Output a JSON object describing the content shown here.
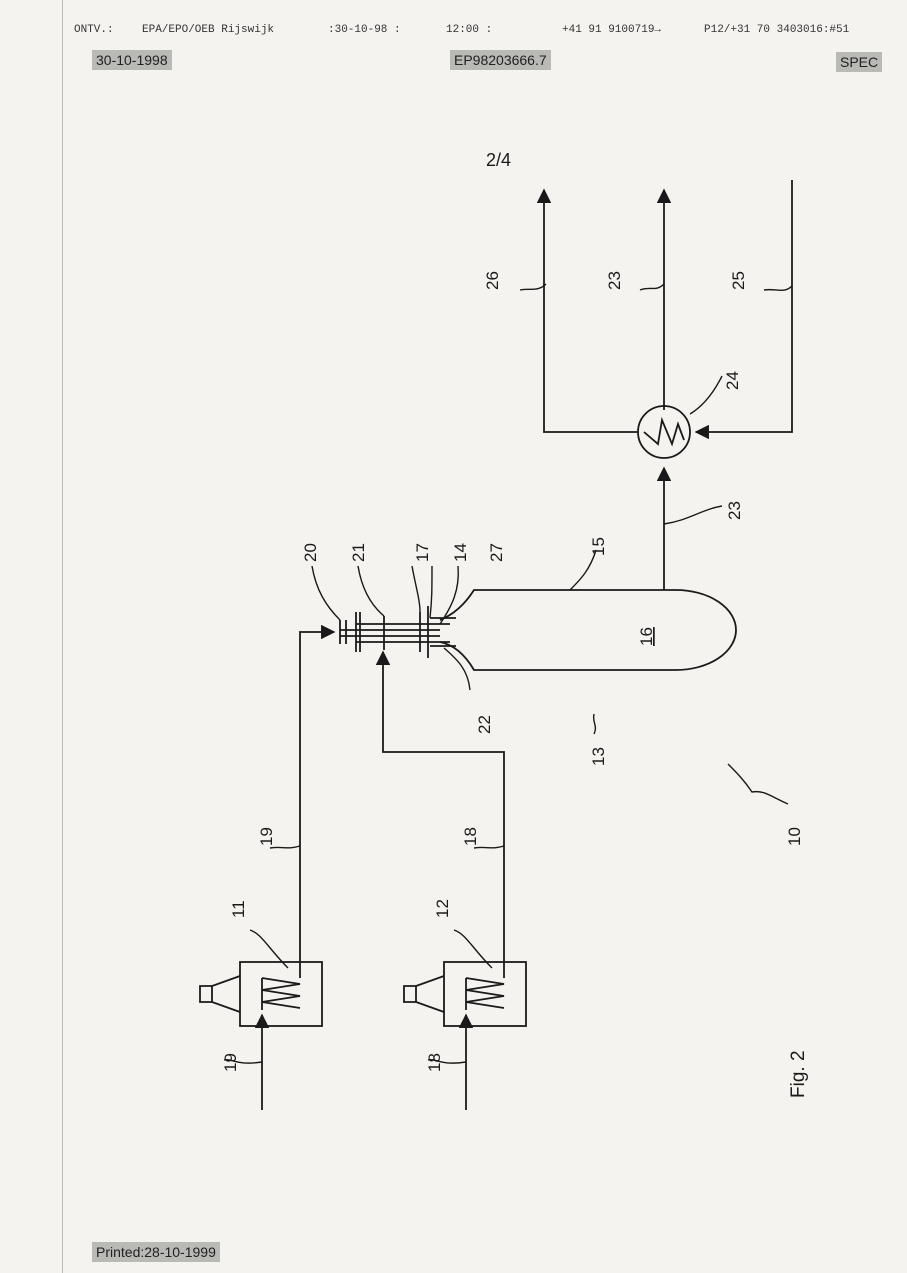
{
  "fax_header": {
    "prefix": "ONTV.:",
    "sender": "EPA/EPO/OEB Rijswijk",
    "date": ":30-10-98 :",
    "time": "12:00 :",
    "fax": "+41 91 9100719→",
    "route": "P12/+31 70 3403016:#51"
  },
  "stamps": {
    "date": "30-10-1998",
    "application": "EP98203666.7",
    "type": "SPEC",
    "printed": "Printed:28-10-1999"
  },
  "sheet": "2/4",
  "figure": "Fig. 2",
  "labels": {
    "l10": "10",
    "l11": "11",
    "l12": "12",
    "l13": "13",
    "l14": "14",
    "l15": "15",
    "l16": "16",
    "l17": "17",
    "l18a": "18",
    "l18b": "18",
    "l19a": "19",
    "l19b": "19",
    "l20": "20",
    "l21": "21",
    "l22": "22",
    "l23a": "23",
    "l23b": "23",
    "l24": "24",
    "l25": "25",
    "l26": "26",
    "l27": "27"
  },
  "colors": {
    "ink": "#1a1a1a",
    "paper": "#f4f3ef",
    "stamp": "#b9b9b6"
  }
}
